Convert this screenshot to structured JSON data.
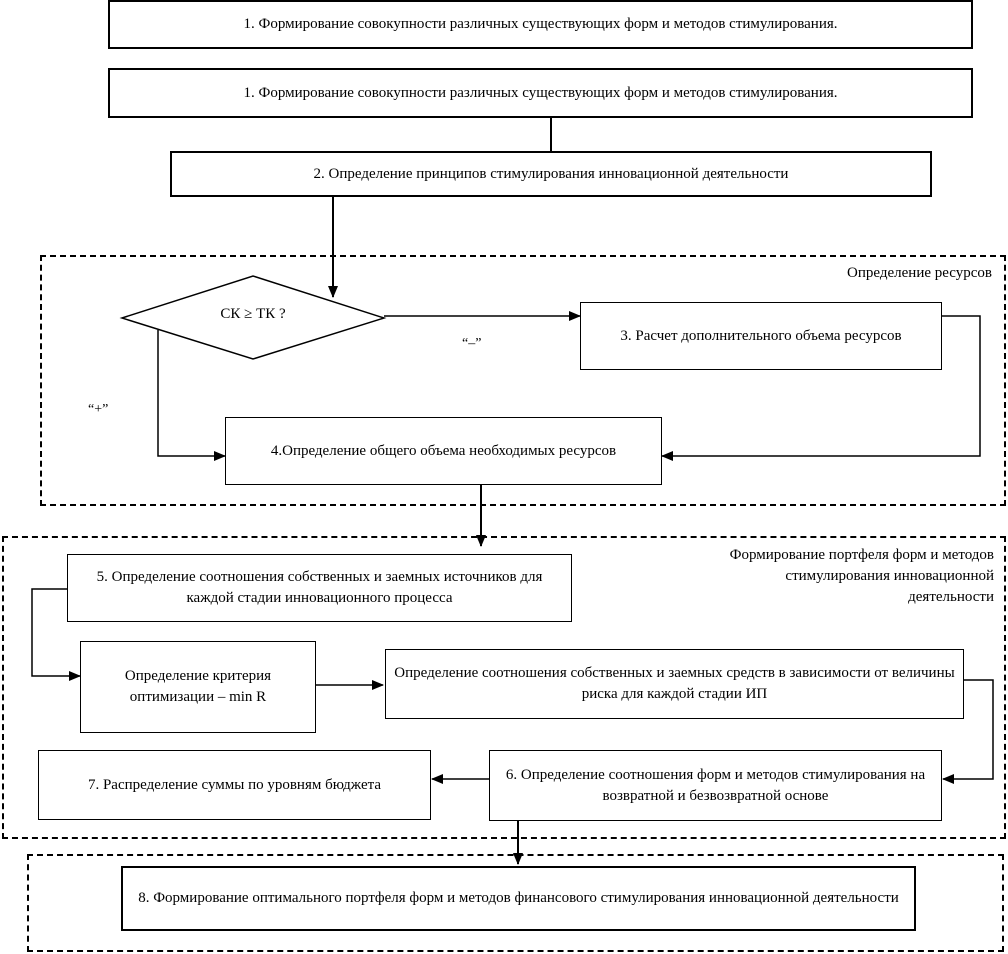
{
  "diagram": {
    "boxes": {
      "b1_top": "1. Формирование совокупности различных существующих форм и методов стимулирования.",
      "b1": "1. Формирование совокупности различных существующих форм и методов стимулирования.",
      "b2": "2. Определение принципов стимулирования инновационной деятельности",
      "b3": "3. Расчет дополнительного объема ресурсов",
      "b4": "4.Определение общего объема необходимых ресурсов",
      "b5": "5. Определение соотношения собственных и заемных источников для каждой стадии инновационного процесса",
      "b_crit": "Определение критерия оптимизации – min R",
      "b_ratio": "Определение соотношения собственных и заемных средств в зависимости от величины риска для каждой стадии ИП",
      "b6": "6. Определение соотношения форм и методов стимулирования на возвратной и безвозвратной основе",
      "b7": "7. Распределение суммы по уровням бюджета",
      "b8": "8. Формирование оптимального портфеля форм и методов финансового стимулирования инновационной деятельности"
    },
    "decision": "СК ≥ ТК ?",
    "branch_no": "“–”",
    "branch_yes": "“+”",
    "groups": {
      "resources": "Определение ресурсов",
      "portfolio": "Формирование портфеля форм и методов стимулирования инновационной деятельности"
    }
  }
}
